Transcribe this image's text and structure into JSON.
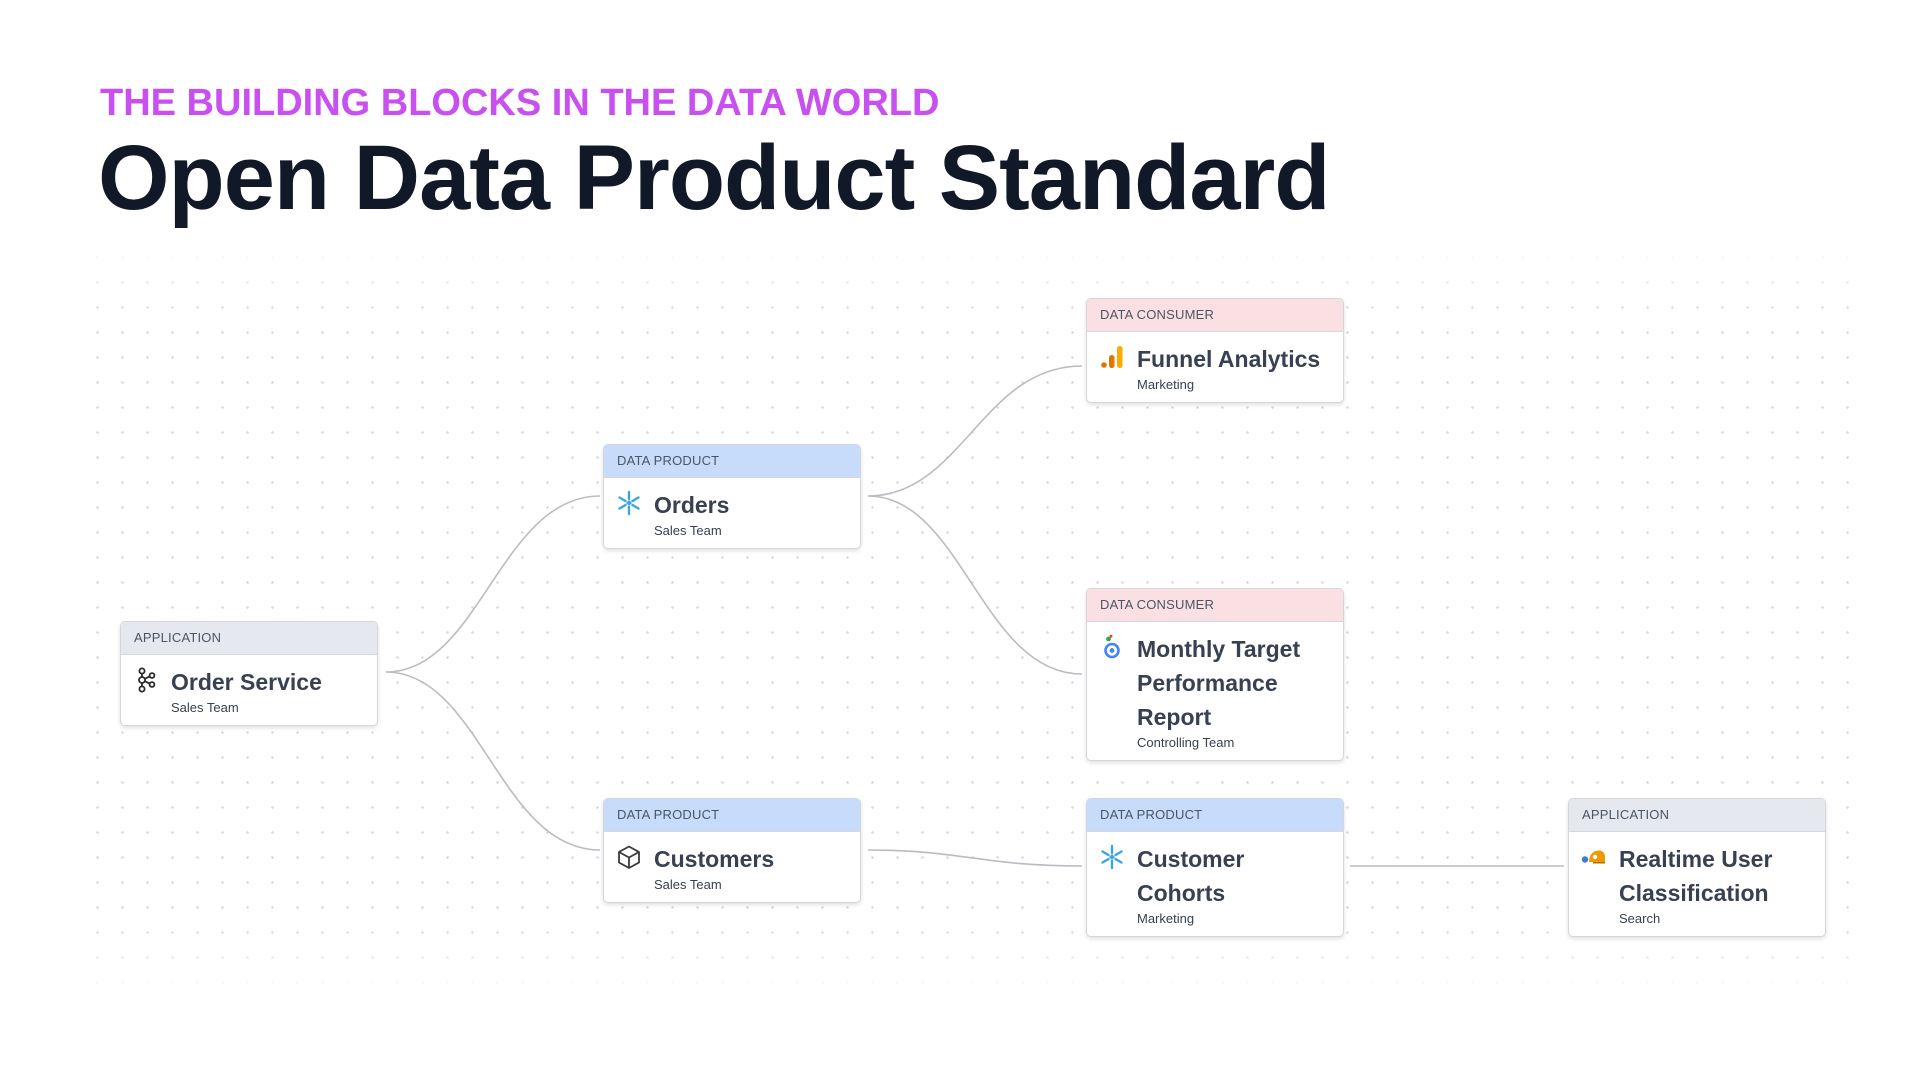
{
  "header": {
    "eyebrow": "THE BUILDING BLOCKS IN THE DATA WORLD",
    "title": "Open Data Product Standard"
  },
  "colors": {
    "eyebrow": "#c84ff0",
    "title": "#111827",
    "application_header": "#e5e8ee",
    "data_product_header": "#c7dbfb",
    "data_consumer_header": "#fbe0e3",
    "connector": "#b9bcc2"
  },
  "nodes": {
    "order_service": {
      "type": "APPLICATION",
      "name": "Order Service",
      "team": "Sales Team",
      "icon": "kafka-icon"
    },
    "orders": {
      "type": "DATA PRODUCT",
      "name": "Orders",
      "team": "Sales Team",
      "icon": "snowflake-icon"
    },
    "customers": {
      "type": "DATA PRODUCT",
      "name": "Customers",
      "team": "Sales Team",
      "icon": "cube-icon"
    },
    "funnel_analytics": {
      "type": "DATA CONSUMER",
      "name": "Funnel Analytics",
      "team": "Marketing",
      "icon": "bar-chart-icon"
    },
    "monthly_target": {
      "type": "DATA CONSUMER",
      "name": "Monthly Target Performance Report",
      "team": "Controlling Team",
      "icon": "looker-icon"
    },
    "customer_cohorts": {
      "type": "DATA PRODUCT",
      "name": "Customer Cohorts",
      "team": "Marketing",
      "icon": "snowflake-icon"
    },
    "realtime_classification": {
      "type": "APPLICATION",
      "name": "Realtime User Classification",
      "team": "Search",
      "icon": "ml-model-icon"
    }
  },
  "links": [
    [
      "order_service",
      "orders"
    ],
    [
      "order_service",
      "customers"
    ],
    [
      "orders",
      "funnel_analytics"
    ],
    [
      "orders",
      "monthly_target"
    ],
    [
      "customers",
      "customer_cohorts"
    ],
    [
      "customer_cohorts",
      "realtime_classification"
    ]
  ]
}
